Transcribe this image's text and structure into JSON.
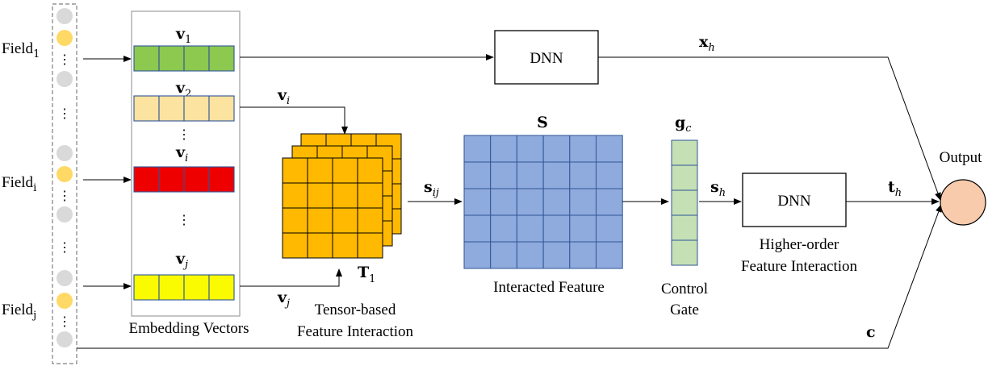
{
  "fields": [
    {
      "base": "Field",
      "sub": "1"
    },
    {
      "base": "Field",
      "sub": "i"
    },
    {
      "base": "Field",
      "sub": "j"
    }
  ],
  "embedding": {
    "title": "Embedding Vectors",
    "vectors": [
      {
        "base": "v",
        "sub": "1",
        "color": "#8dc84f"
      },
      {
        "base": "v",
        "sub": "2",
        "color": "#fde3a0"
      },
      {
        "base": "v",
        "sub": "i",
        "color": "#ee0000"
      },
      {
        "base": "v",
        "sub": "j",
        "color": "#fafa00"
      }
    ]
  },
  "dnn_top": {
    "label": "DNN",
    "out": {
      "base": "x",
      "sub": "h"
    }
  },
  "arrow_vi": {
    "base": "v",
    "sub": "i"
  },
  "arrow_vj": {
    "base": "v",
    "sub": "j"
  },
  "tensor": {
    "symbol": {
      "base": "T",
      "sub": "1"
    },
    "caption_line1": "Tensor-based",
    "caption_line2": "Feature Interaction",
    "color": "#ffb900"
  },
  "sij": {
    "base": "s",
    "sub": "ij"
  },
  "interacted": {
    "symbol": "S",
    "caption": "Interacted Feature",
    "color": "#8faadc"
  },
  "gate": {
    "symbol": {
      "base": "g",
      "sub": "c"
    },
    "caption_line1": "Control",
    "caption_line2": "Gate",
    "color": "#c5e0b4"
  },
  "sh": {
    "base": "s",
    "sub": "h"
  },
  "dnn_bottom": {
    "label": "DNN",
    "caption_line1": "Higher-order",
    "caption_line2": "Feature Interaction",
    "out": {
      "base": "t",
      "sub": "h"
    }
  },
  "output": {
    "label": "Output",
    "color": "#f8cbad"
  },
  "c_label": "c",
  "ellipsis": "⋮",
  "colors": {
    "dot_gold": "#ffd966",
    "dot_grey": "#d9d9d9",
    "grey_border": "#7f7f7f"
  }
}
